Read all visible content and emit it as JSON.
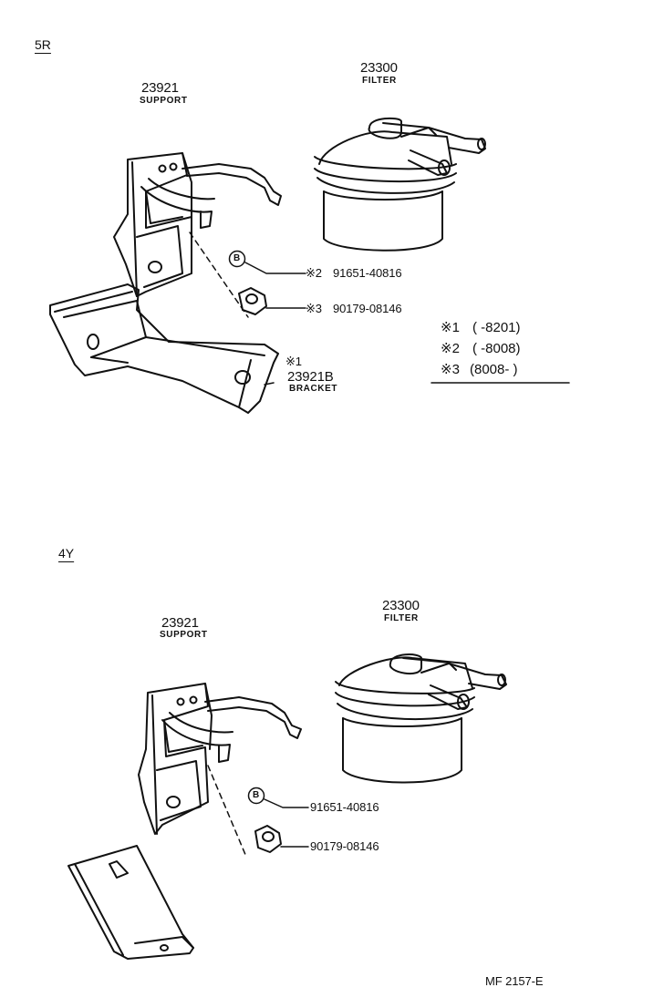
{
  "diagram_id": "MF 2157-E",
  "sections": [
    {
      "code": "5R",
      "support": {
        "number": "23921",
        "name": "SUPPORT"
      },
      "filter": {
        "number": "23300",
        "name": "FILTER"
      },
      "bolt_callout": "B",
      "bolt": {
        "mark": "※2",
        "number": "91651-40816"
      },
      "nut": {
        "mark": "※3",
        "number": "90179-08146"
      },
      "bracket": {
        "mark": "※1",
        "number": "23921B",
        "name": "BRACKET"
      }
    },
    {
      "code": "4Y",
      "support": {
        "number": "23921",
        "name": "SUPPORT"
      },
      "filter": {
        "number": "23300",
        "name": "FILTER"
      },
      "bolt_callout": "B",
      "bolt": {
        "number": "91651-40816"
      },
      "nut": {
        "number": "90179-08146"
      }
    }
  ],
  "notes": [
    {
      "mark": "※1",
      "range": "(        -8201)"
    },
    {
      "mark": "※2",
      "range": "(        -8008)"
    },
    {
      "mark": "※3",
      "range": "(8008-          )"
    }
  ]
}
